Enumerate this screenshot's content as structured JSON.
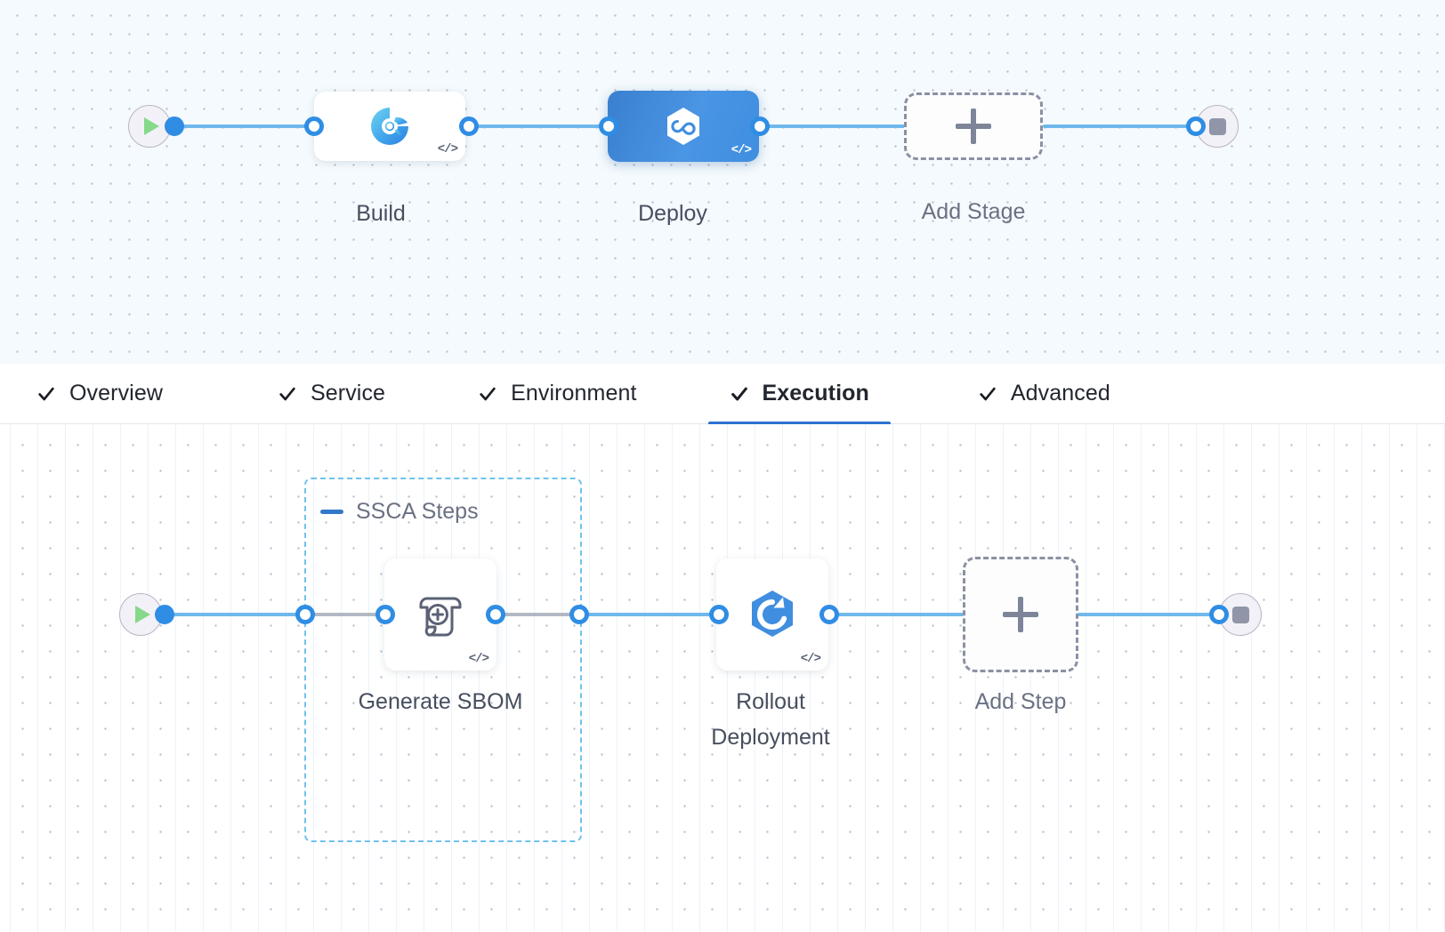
{
  "stage_canvas": {
    "name": "stage-graph",
    "start_node": {
      "icon": "play-icon",
      "label": ""
    },
    "end_node": {
      "icon": "stop-icon",
      "label": ""
    },
    "stages": [
      {
        "id": "build",
        "label": "Build",
        "icon": "ci-build-icon",
        "selected": false,
        "code_badge": "</>"
      },
      {
        "id": "deploy",
        "label": "Deploy",
        "icon": "cd-deploy-icon",
        "selected": true,
        "code_badge": "</>"
      }
    ],
    "add_stage": {
      "label": "Add Stage",
      "icon": "plus-icon"
    }
  },
  "tabs": {
    "items": [
      {
        "id": "overview",
        "label": "Overview",
        "checked": true,
        "active": false
      },
      {
        "id": "service",
        "label": "Service",
        "checked": true,
        "active": false
      },
      {
        "id": "environment",
        "label": "Environment",
        "checked": true,
        "active": false
      },
      {
        "id": "execution",
        "label": "Execution",
        "checked": true,
        "active": true
      },
      {
        "id": "advanced",
        "label": "Advanced",
        "checked": true,
        "active": false
      }
    ],
    "check_icon": "check-icon",
    "active_underline_color": "#2d72d2"
  },
  "step_canvas": {
    "name": "execution-step-graph",
    "start_node": {
      "icon": "play-icon"
    },
    "end_node": {
      "icon": "stop-icon"
    },
    "group": {
      "id": "ssca-steps",
      "title": "SSCA Steps",
      "collapse_icon": "minus-icon",
      "border_color": "#6fc2ee"
    },
    "steps": [
      {
        "id": "generate-sbom",
        "label": "Generate SBOM",
        "icon": "sbom-scroll-icon",
        "code_badge": "</>",
        "in_group": true
      },
      {
        "id": "rollout-deployment",
        "label": "Rollout\nDeployment",
        "icon": "k8s-rollout-icon",
        "code_badge": "</>",
        "in_group": false
      }
    ],
    "add_step": {
      "label": "Add Step",
      "icon": "plus-icon"
    }
  },
  "colors": {
    "edge_blue": "#6fb8ec",
    "node_blue": "#2f8de4",
    "selected_stage": "#3f8ee0",
    "group_dash": "#6fc2ee",
    "add_dash": "#8b90a4",
    "label_text": "#474e5e",
    "stage_canvas_bg": "#f4fafd",
    "step_canvas_bg": "#ffffff"
  }
}
